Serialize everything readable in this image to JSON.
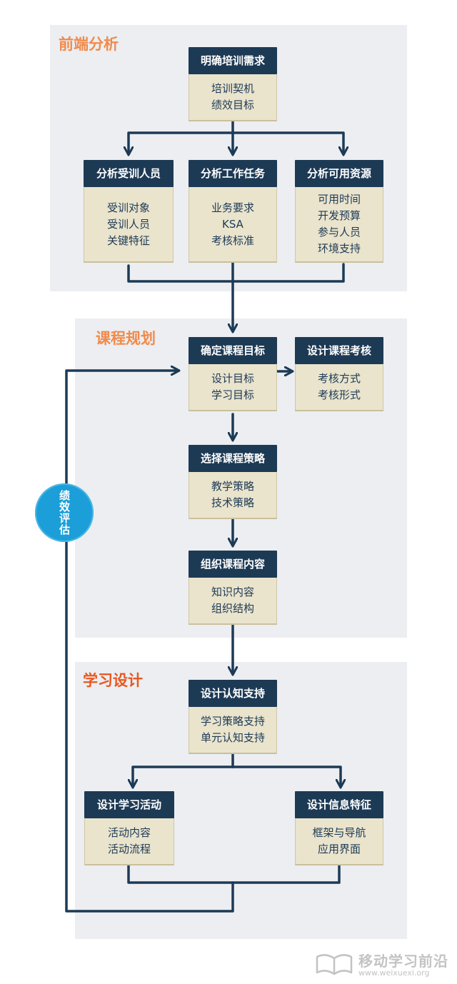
{
  "sections": {
    "analysis": {
      "title": "前端分析",
      "color": "#f08a4b"
    },
    "planning": {
      "title": "课程规划",
      "color": "#f08a4b"
    },
    "design": {
      "title": "学习设计",
      "color": "#e8571e"
    }
  },
  "boxes": {
    "needs": {
      "title": "明确培训需求",
      "lines": [
        "培训契机",
        "绩效目标"
      ]
    },
    "learners": {
      "title": "分析受训人员",
      "lines": [
        "受训对象",
        "受训人员",
        "关键特征"
      ]
    },
    "tasks": {
      "title": "分析工作任务",
      "lines": [
        "业务要求",
        "KSA",
        "考核标准"
      ]
    },
    "resources": {
      "title": "分析可用资源",
      "lines": [
        "可用时间",
        "开发预算",
        "参与人员",
        "环境支持"
      ]
    },
    "goals": {
      "title": "确定课程目标",
      "lines": [
        "设计目标",
        "学习目标"
      ]
    },
    "assessment": {
      "title": "设计课程考核",
      "lines": [
        "考核方式",
        "考核形式"
      ]
    },
    "strategy": {
      "title": "选择课程策略",
      "lines": [
        "教学策略",
        "技术策略"
      ]
    },
    "content": {
      "title": "组织课程内容",
      "lines": [
        "知识内容",
        "组织结构"
      ]
    },
    "cognitive": {
      "title": "设计认知支持",
      "lines": [
        "学习策略支持",
        "单元认知支持"
      ]
    },
    "activities": {
      "title": "设计学习活动",
      "lines": [
        "活动内容",
        "活动流程"
      ]
    },
    "info": {
      "title": "设计信息特征",
      "lines": [
        "框架与导航",
        "应用界面"
      ]
    }
  },
  "evaluation": {
    "label": "绩效评估"
  },
  "logo": {
    "name": "移动学习前沿",
    "url": "www.weixuexi.org"
  },
  "colors": {
    "header": "#1d3a55",
    "body": "#eae4cd",
    "section_bg": "#eceef2",
    "circle": "#1c9ed9"
  }
}
